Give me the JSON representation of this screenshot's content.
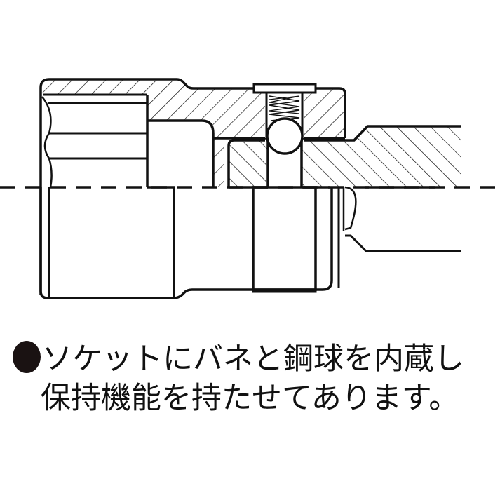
{
  "diagram": {
    "title": "Socket with spring and steel ball retention cross-section",
    "parts": [
      "socket-body",
      "spring",
      "steel-ball",
      "retaining-cap",
      "drive-square",
      "center-line"
    ],
    "line_color": "#111111",
    "hatch_color": "#111111",
    "background": "#ffffff"
  },
  "caption": {
    "bullet_icon": "black-circle-bullet",
    "line1": "ソケットにバネと鋼球を内蔵し",
    "line2": "保持機能を持たせてあります。"
  }
}
